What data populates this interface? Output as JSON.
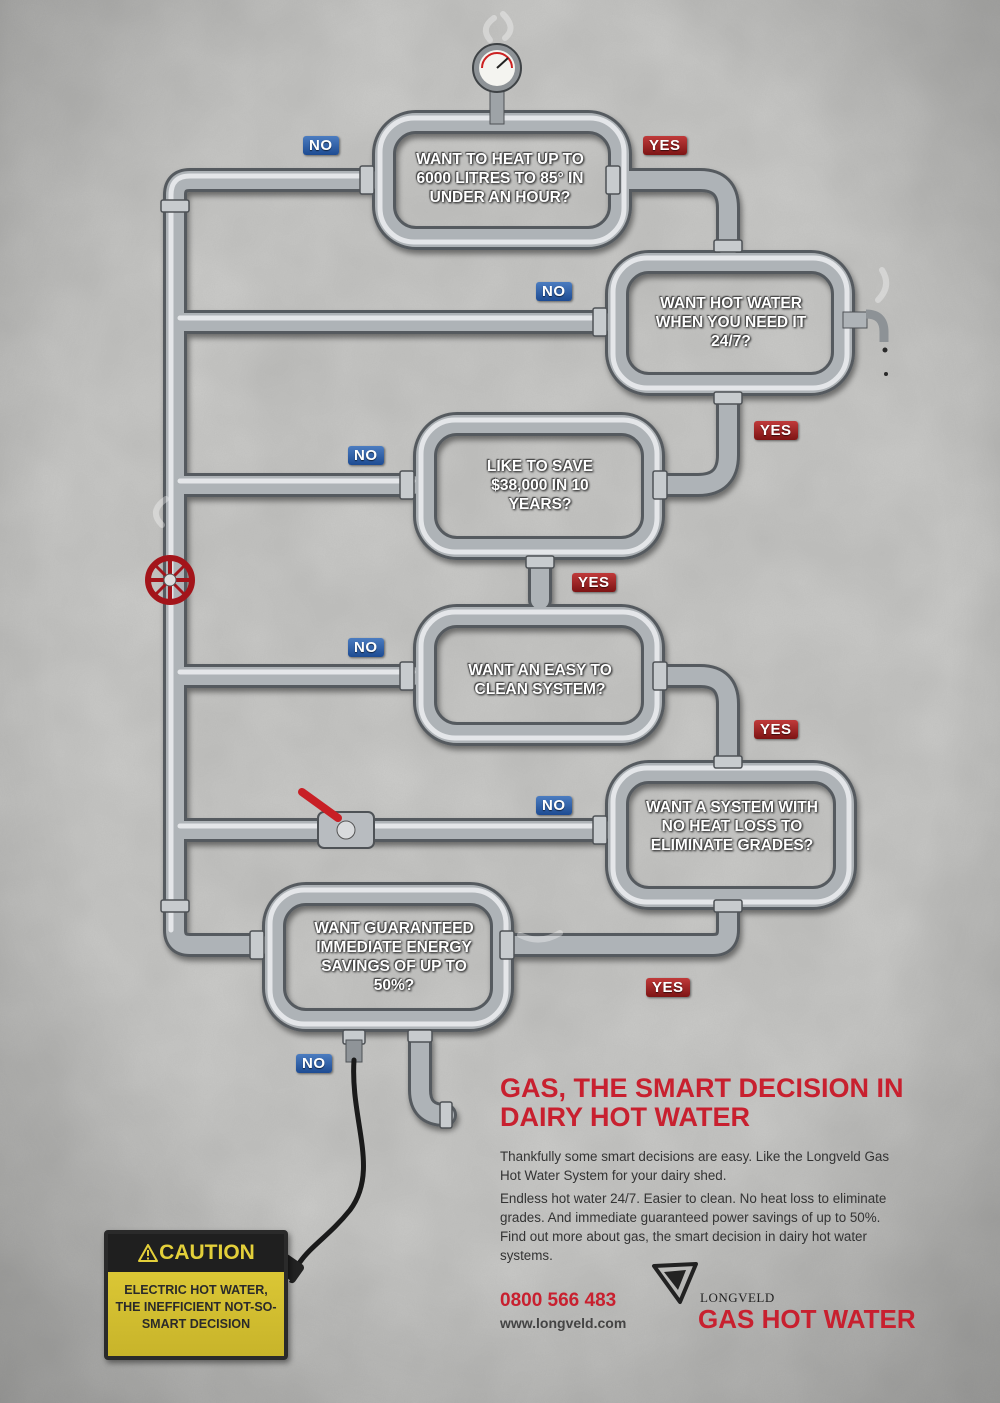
{
  "colors": {
    "brand_red": "#c8202f",
    "no_tag": "#2f62ad",
    "yes_tag": "#a52424",
    "caution_yellow": "#e3cf3a",
    "pipe_steel": "#9a9ea2"
  },
  "icons": [
    "pressure-gauge-icon",
    "valve-wheel-icon",
    "ball-valve-icon",
    "tap-icon",
    "electric-plug-icon",
    "warning-triangle-icon",
    "longveld-logo-icon"
  ],
  "flow": {
    "questions": [
      {
        "id": "q1",
        "text": "WANT TO HEAT UP TO 6000 LITRES TO 85° IN UNDER AN HOUR?"
      },
      {
        "id": "q2",
        "text": "WANT HOT WATER WHEN YOU NEED IT 24/7?"
      },
      {
        "id": "q3",
        "text": "LIKE TO SAVE $38,000 IN 10 YEARS?"
      },
      {
        "id": "q4",
        "text": "WANT AN EASY TO CLEAN SYSTEM?"
      },
      {
        "id": "q5",
        "text": "WANT A SYSTEM WITH NO HEAT LOSS TO ELIMINATE GRADES?"
      },
      {
        "id": "q6",
        "text": "WANT GUARANTEED IMMEDIATE ENERGY SAVINGS OF UP TO 50%?"
      }
    ],
    "no_label": "NO",
    "yes_label": "YES"
  },
  "ad": {
    "headline": "GAS, THE SMART DECISION IN DAIRY HOT WATER",
    "paragraph1": "Thankfully some smart decisions are easy. Like the Longveld Gas Hot Water System for your dairy shed.",
    "paragraph2": "Endless hot water 24/7. Easier to clean. No heat loss to eliminate grades. And immediate guaranteed power savings of up to 50%. Find out more about gas, the smart decision in dairy hot water systems.",
    "phone": "0800 566 483",
    "website": "www.longveld.com",
    "brand": "LONGVELD",
    "product": "GAS HOT WATER"
  },
  "caution": {
    "title": "CAUTION",
    "text": "ELECTRIC HOT WATER, THE INEFFICIENT NOT-SO-SMART DECISION"
  }
}
